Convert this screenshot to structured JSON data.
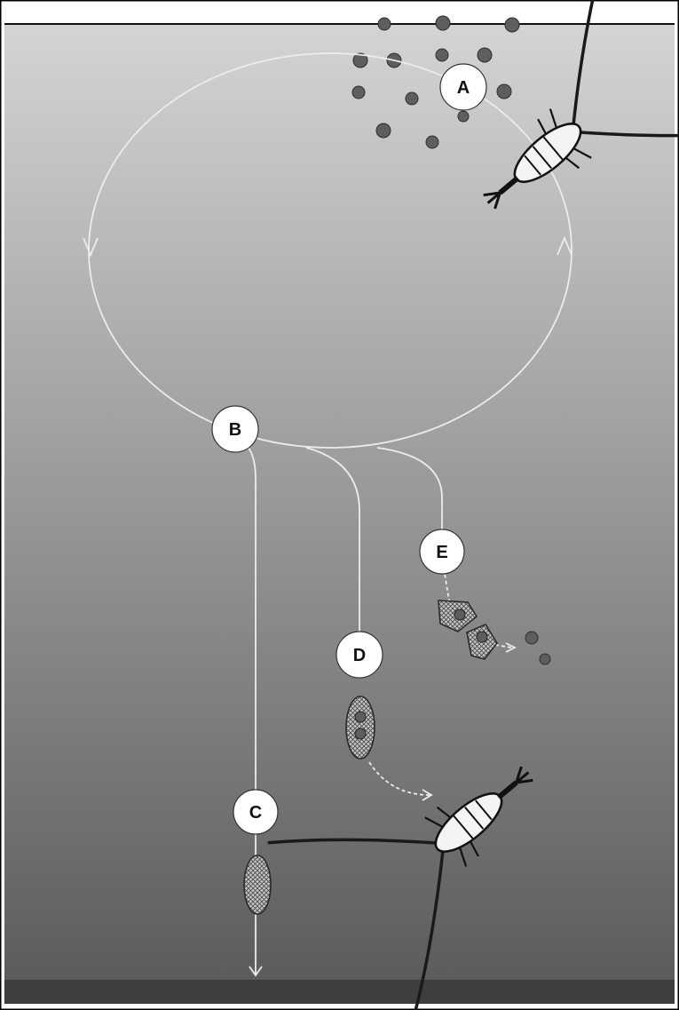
{
  "diagram": {
    "labels": {
      "a": "A",
      "b": "B",
      "c": "C",
      "d": "D",
      "e": "E"
    }
  },
  "colors": {
    "water_top": "#d2d2d2",
    "water_bottom": "#5e5e5e",
    "seafloor": "#404040",
    "particle": "#5f5f5f",
    "pathway": "#ececec",
    "label_fill": "#ffffff",
    "copepod_body": "#f4f4f4",
    "antenna": "#1a1a1a"
  },
  "icons": [
    "copepod-icon",
    "fecal-pellet-icon",
    "particle-icon"
  ]
}
